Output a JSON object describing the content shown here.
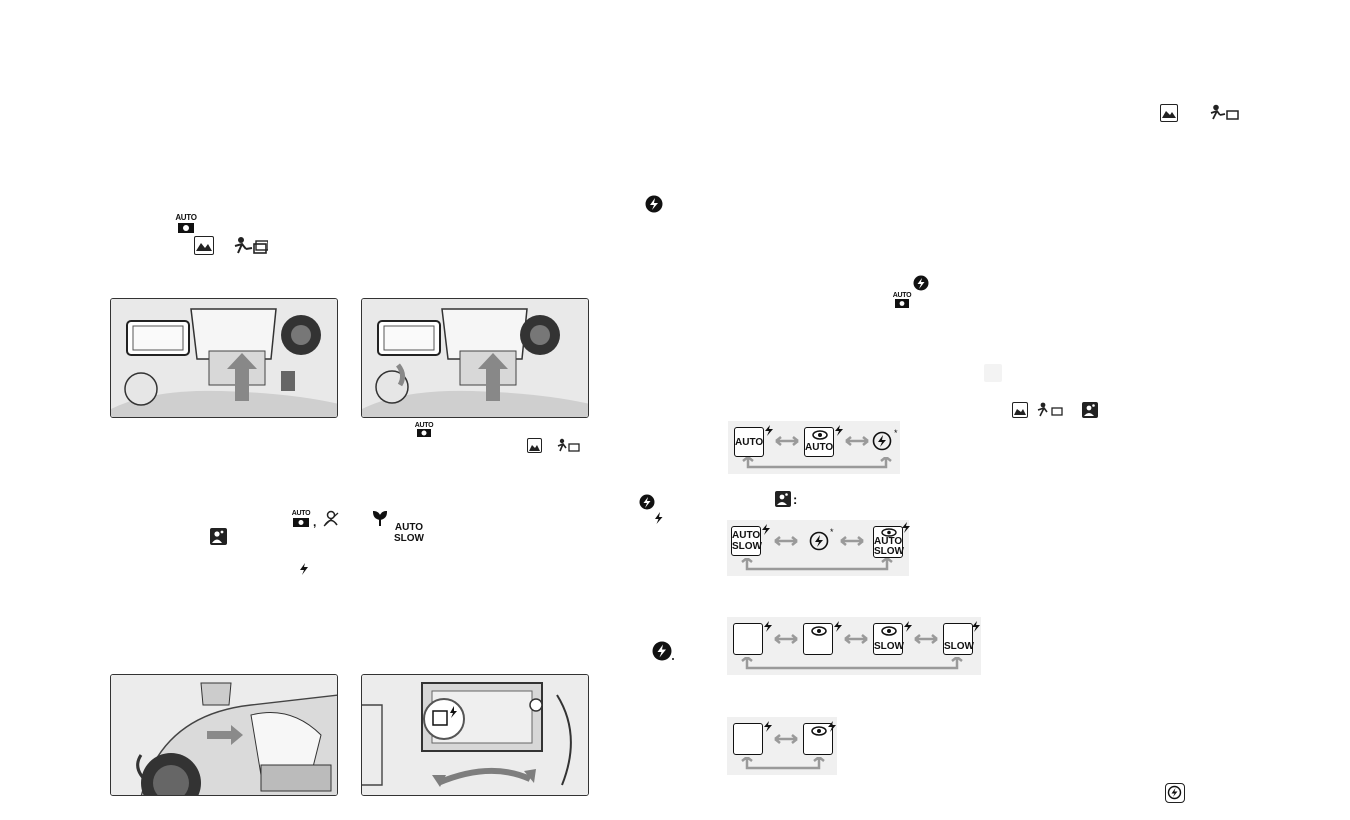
{
  "icons": {
    "auto_label": "AUTO",
    "auto_slow_top": "AUTO",
    "auto_slow_bottom": "SLOW",
    "slow_label": "SLOW",
    "comma": ",",
    "colon": ":",
    "asterisk": "*"
  },
  "flash_diagrams": [
    {
      "id": "full-auto",
      "modes": [
        {
          "symbol": "flash-auto-icon",
          "line1": "AUTO",
          "line2": ""
        },
        {
          "symbol": "red-eye-auto-icon",
          "line1": "AUTO",
          "line2": ""
        },
        {
          "symbol": "flash-off-icon",
          "line1": "",
          "line2": ""
        }
      ]
    },
    {
      "id": "night-portrait",
      "modes": [
        {
          "symbol": "flash-auto-slow-icon",
          "line1": "AUTO",
          "line2": "SLOW"
        },
        {
          "symbol": "flash-off-icon",
          "line1": "",
          "line2": ""
        },
        {
          "symbol": "red-eye-auto-slow-icon",
          "line1": "AUTO",
          "line2": "SLOW"
        }
      ]
    },
    {
      "id": "creative",
      "modes": [
        {
          "symbol": "fill-flash-icon",
          "line1": "",
          "line2": ""
        },
        {
          "symbol": "red-eye-icon",
          "line1": "",
          "line2": ""
        },
        {
          "symbol": "red-eye-slow-icon",
          "line1": "SLOW",
          "line2": ""
        },
        {
          "symbol": "slow-sync-icon",
          "line1": "SLOW",
          "line2": ""
        }
      ]
    },
    {
      "id": "landscape-sports",
      "modes": [
        {
          "symbol": "fill-flash-icon",
          "line1": "",
          "line2": ""
        },
        {
          "symbol": "red-eye-icon",
          "line1": "",
          "line2": ""
        }
      ]
    }
  ],
  "colors": {
    "arrow": "#9a9a9a",
    "ink": "#111111",
    "diagram_bg": "#f0f0f0"
  }
}
